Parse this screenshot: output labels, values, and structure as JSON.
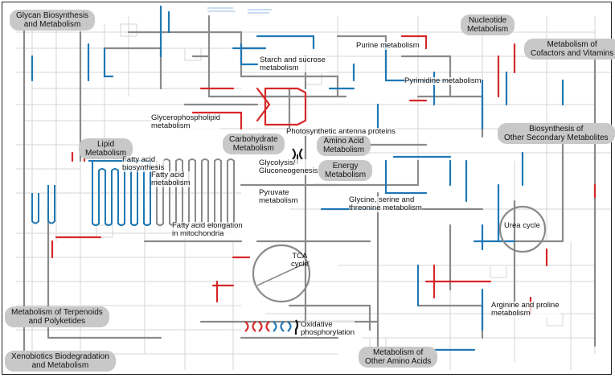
{
  "categories": {
    "glycan": "Glycan Biosynthesis\nand Metabolism",
    "nucleotide": "Nucleotide\nMetabolism",
    "cofactors": "Metabolism of\nCofactors and Vitamins",
    "lipid": "Lipid\nMetabolism",
    "carbohydrate": "Carbohydrate\nMetabolism",
    "amino_acid": "Amino Acid\nMetabolism",
    "energy": "Energy\nMetabolism",
    "secondary": "Biosynthesis of\nOther Secondary Metabolites",
    "terpenoids": "Metabolism of Terpenoids\nand Polyketides",
    "xenobiotics": "Xenobiotics Biodegradation\nand Metabolism",
    "other_amino": "Metabolism of\nOther Amino Acids"
  },
  "pathways": {
    "purine": "Purine metabolism",
    "starch": "Starch and sucrose\nmetabolism",
    "pyrimidine": "Pyrimidine metabolism",
    "glycerophospholipid": "Glycerophospholipid\nmetabolism",
    "photosynthetic": "Photosynthetic antenna proteins",
    "fa_biosynthesis": "Fatty acid\nbiosynthesis",
    "fa_metabolism": "Fatty acid\nmetabolism",
    "glycolysis": "Glycolysis/\nGluconeogenesis",
    "pyruvate": "Pyruvate\nmetabolism",
    "glycine": "Glycine, serine and\nthreonine metabolism",
    "fa_elongation": "Fatty acid elongation\nin mitochondria",
    "urea": "Urea cycle",
    "tca": "TCA\ncycle",
    "arginine": "Arginine and proline\nmetabolism",
    "oxphos": "Oxidative\nphosphorylation"
  },
  "colors": {
    "up": "#d62728",
    "down": "#1f77b4",
    "neutral": "#8a8a8a",
    "faint": "#d6d6d6",
    "category_bg": "#c8c8c8"
  }
}
